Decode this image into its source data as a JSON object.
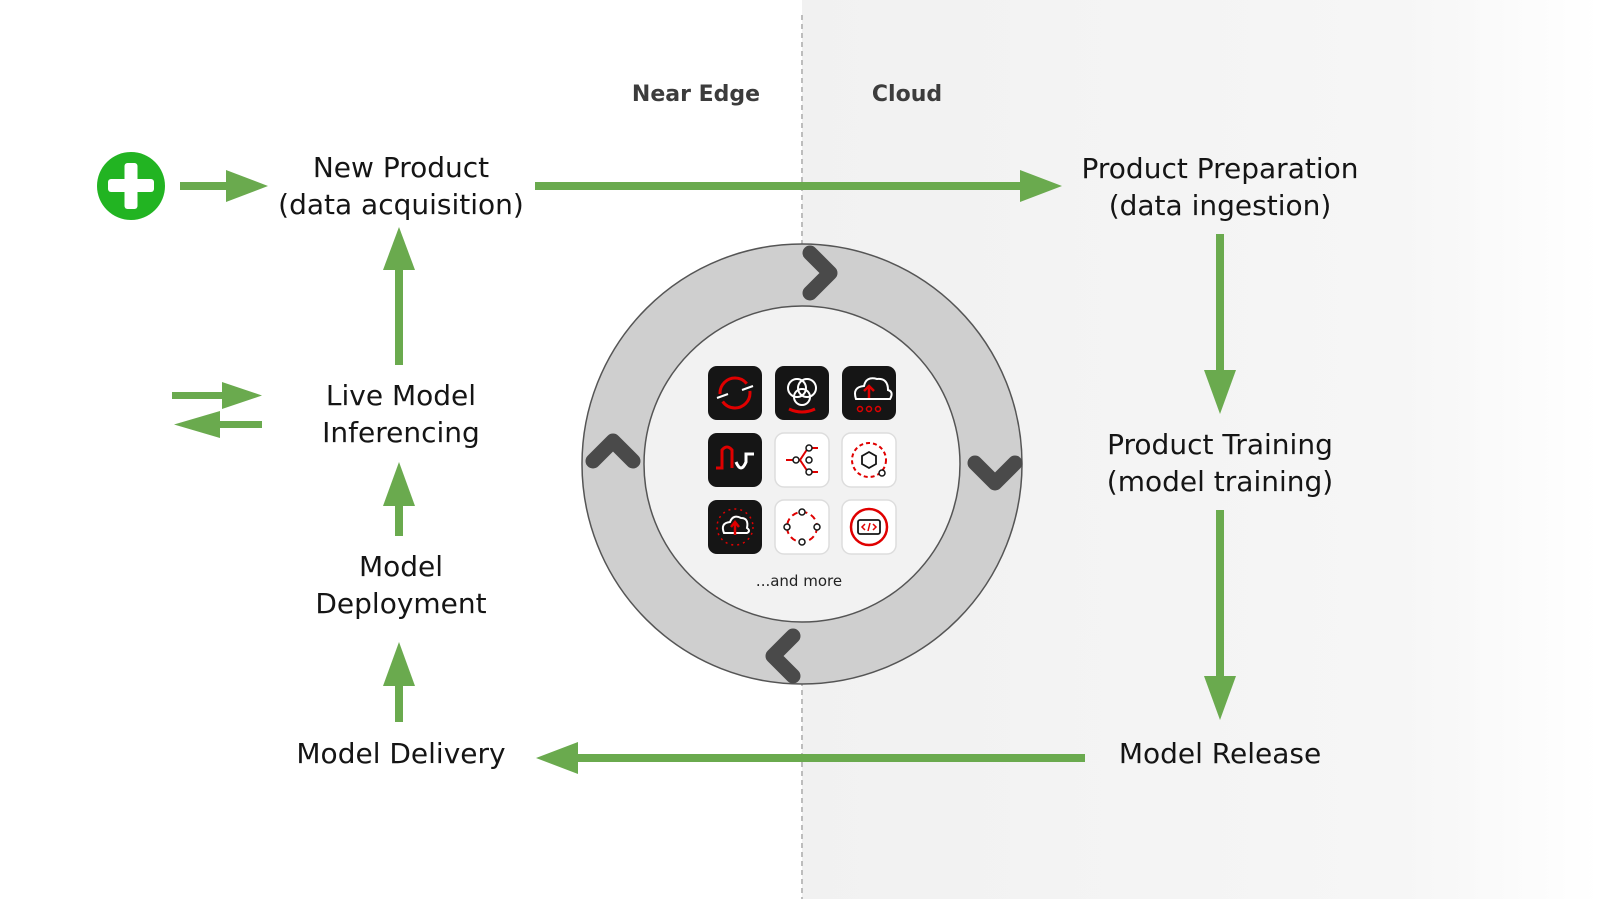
{
  "zones": {
    "left": "Near Edge",
    "right": "Cloud"
  },
  "nodes": {
    "new_product": {
      "line1": "New Product",
      "line2": "(data acquisition)"
    },
    "product_preparation": {
      "line1": "Product Preparation",
      "line2": "(data ingestion)"
    },
    "product_training": {
      "line1": "Product Training",
      "line2": "(model training)"
    },
    "model_release": {
      "line1": "Model Release"
    },
    "model_delivery": {
      "line1": "Model Delivery"
    },
    "model_deployment": {
      "line1": "Model",
      "line2": "Deployment"
    },
    "live_model_inferencing": {
      "line1": "Live Model",
      "line2": "Inferencing"
    }
  },
  "center": {
    "more_label": "...and more",
    "icons": [
      "sync-icon",
      "brain-icon",
      "cloud-upload-icon",
      "signal-wave-icon",
      "pipeline-icon",
      "hexagon-dashed-icon",
      "cloud-refresh-icon",
      "cycle-nodes-icon",
      "code-window-icon"
    ]
  },
  "colors": {
    "arrow_green": "#6aaa4e",
    "plus_green": "#22b422",
    "ring_gray": "#cfcfcf",
    "chevron_dark": "#4a4a4a",
    "accent_red": "#e00000",
    "icon_dark": "#151515"
  }
}
